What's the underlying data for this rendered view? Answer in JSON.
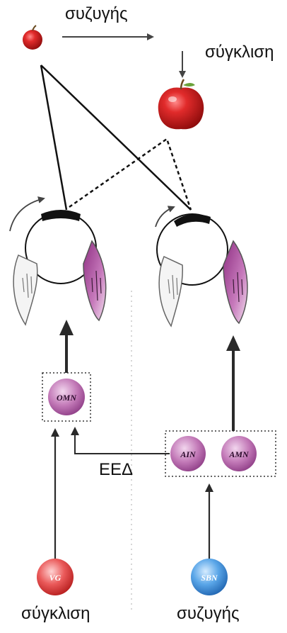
{
  "labels": {
    "top_conjugate": "συζυγής",
    "top_vergence": "σύγκλιση",
    "ipsi_label": "ΕΕΔ",
    "bottom_vergence": "σύγκλιση",
    "bottom_conjugate": "συζυγής"
  },
  "nodes": {
    "omn": "OMN",
    "ain": "AIN",
    "amn": "AMN",
    "vg": "VG",
    "sbn": "SBN"
  },
  "colors": {
    "apple_red": "#d61f1f",
    "muscle_purple": "#b04a9a",
    "node_purple": "#b45fa8",
    "vg_red": "#e04444",
    "sbn_blue": "#3a8fd6",
    "line": "#111111"
  }
}
